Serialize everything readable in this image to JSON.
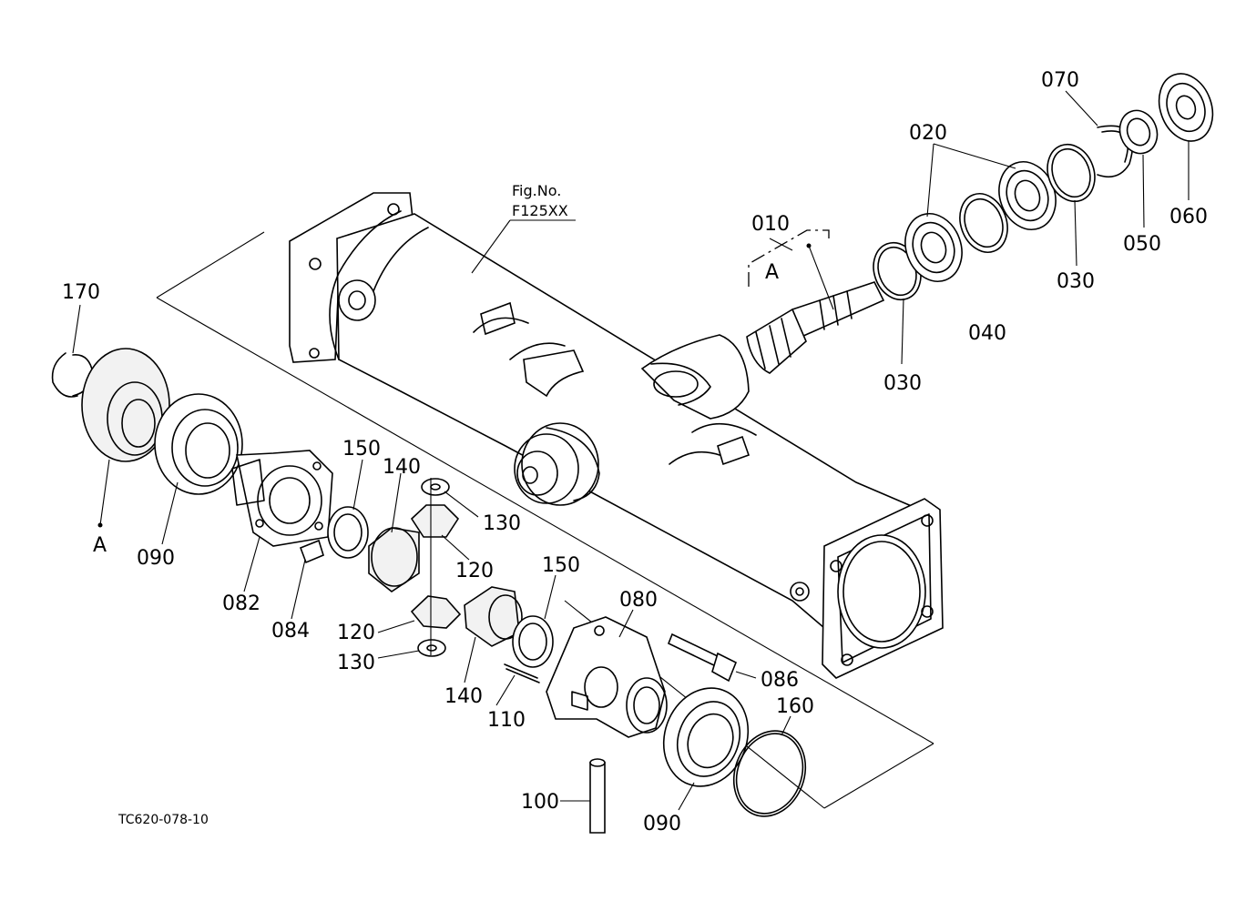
{
  "figure_ref": {
    "line1": "Fig.No.",
    "line2": "F125XX"
  },
  "drawing_code": "TC620-078-10",
  "callout_a": "A",
  "parts": {
    "p010": "010",
    "p020": "020",
    "p030": "030",
    "p040": "040",
    "p050": "050",
    "p060": "060",
    "p070": "070",
    "p080": "080",
    "p082": "082",
    "p084": "084",
    "p086": "086",
    "p090": "090",
    "p100": "100",
    "p110": "110",
    "p120": "120",
    "p130": "130",
    "p140": "140",
    "p150": "150",
    "p160": "160",
    "p170": "170"
  }
}
